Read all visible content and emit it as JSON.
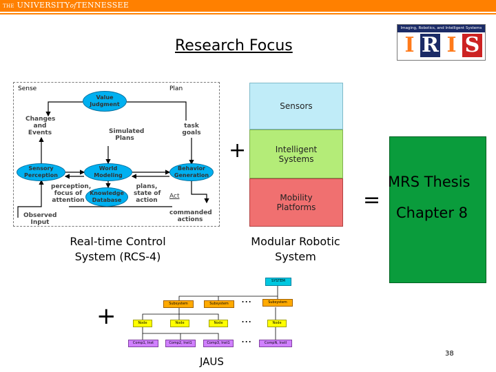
{
  "header": {
    "logo_the": "THE",
    "logo_university": "UNIVERSITY",
    "logo_of": "of",
    "logo_tennessee": "TENNESSEE"
  },
  "iris_logo": {
    "banner": "Imaging, Robotics, and Intelligent Systems",
    "letters": [
      "I",
      "R",
      "I",
      "S"
    ],
    "colors": {
      "I": "#ff7a1a",
      "R": "#1a2a66",
      "S": "#cc2222"
    }
  },
  "slide": {
    "title": "Research Focus",
    "page_number": "38"
  },
  "rcs": {
    "sense": "Sense",
    "plan": "Plan",
    "value_judgment": [
      "Value",
      "Judgment"
    ],
    "changes_and_events": [
      "Changes",
      "and",
      "Events"
    ],
    "simulated_plans": [
      "Simulated",
      "Plans"
    ],
    "task_goals": [
      "task",
      "goals"
    ],
    "sensory_perception": [
      "Sensory",
      "Perception"
    ],
    "world_modeling": [
      "World",
      "Modeling"
    ],
    "behavior_generation": [
      "Behavior",
      "Generation"
    ],
    "perception_focus": [
      "perception,",
      "focus of",
      "attention"
    ],
    "knowledge_database": [
      "Knowledge",
      "Database"
    ],
    "plans_state": [
      "plans,",
      "state of",
      "action"
    ],
    "act": "Act",
    "observed_input": [
      "Observed",
      "Input"
    ],
    "commanded_actions": [
      "commanded",
      "actions"
    ],
    "caption": [
      "Real-time Control",
      "System (RCS-4)"
    ],
    "ellipse_color": "#00b0f0"
  },
  "modular": {
    "sensors": "Sensors",
    "intelligent_systems": [
      "Intelligent",
      "Systems"
    ],
    "mobility_platforms": [
      "Mobility",
      "Platforms"
    ],
    "caption": [
      "Modular Robotic",
      "System"
    ],
    "colors": {
      "sensors": "#c0ecf8",
      "intelligent": "#b4ec78",
      "mobility": "#f07070"
    }
  },
  "operators": {
    "plus_top": "+",
    "equals": "=",
    "plus_bottom": "+"
  },
  "mrs": {
    "line1": "MRS Thesis",
    "line2": "Chapter 8",
    "color": "#0a9c3c"
  },
  "jaus": {
    "label": "JAUS",
    "system": "SYSTEM",
    "subsystem": "Subsystem",
    "node": "Node",
    "comp1": "Comp1, Inst",
    "comp2": "Comp2, Inst1",
    "comp3": "Comp3, Inst1",
    "compn": "CompN, InstI",
    "dots": "..."
  }
}
